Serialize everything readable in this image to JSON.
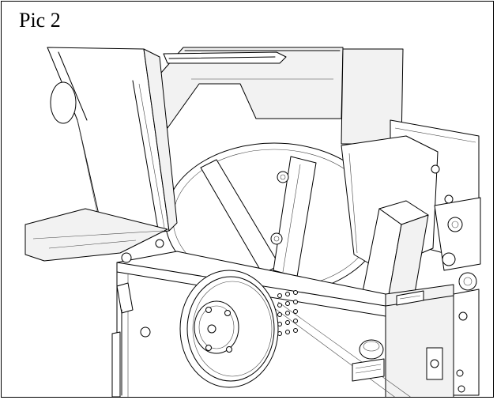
{
  "caption": "Pic 2",
  "components": [
    "discharge-chute",
    "chute-deflector",
    "upper-housing-cover",
    "rotor-disc",
    "rotor-blade",
    "feed-hopper",
    "feed-block",
    "drive-pulley",
    "pulley-hub",
    "main-frame",
    "hopper-ventilation-holes",
    "grease-knob",
    "side-bracket",
    "frame-label-plate",
    "warning-label"
  ],
  "colors": {
    "line": "#000000",
    "background": "#ffffff",
    "frame": "#000000"
  }
}
